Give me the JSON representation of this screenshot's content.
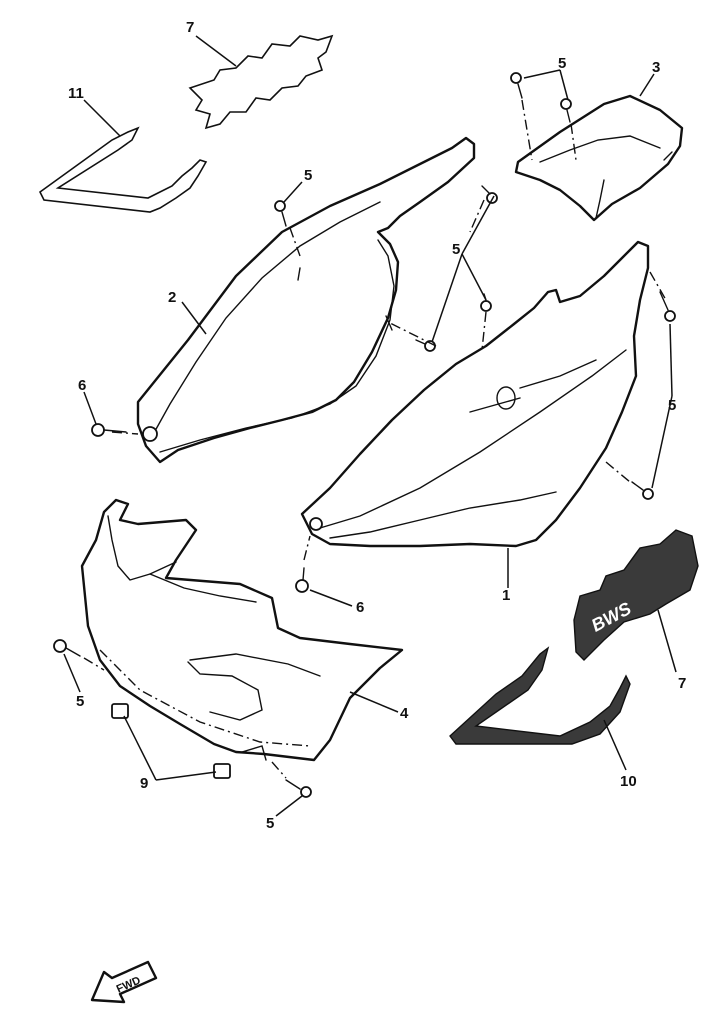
{
  "callouts": {
    "c1": "1",
    "c2": "2",
    "c3": "3",
    "c4": "4",
    "c5a": "5",
    "c5b": "5",
    "c5c": "5",
    "c5d": "5",
    "c5e": "5",
    "c5f": "5",
    "c6a": "6",
    "c6b": "6",
    "c7a": "7",
    "c7b": "7",
    "c9": "9",
    "c10": "10",
    "c11": "11"
  },
  "fwd_mark": "FWD",
  "decal_logo_text": "BWS"
}
